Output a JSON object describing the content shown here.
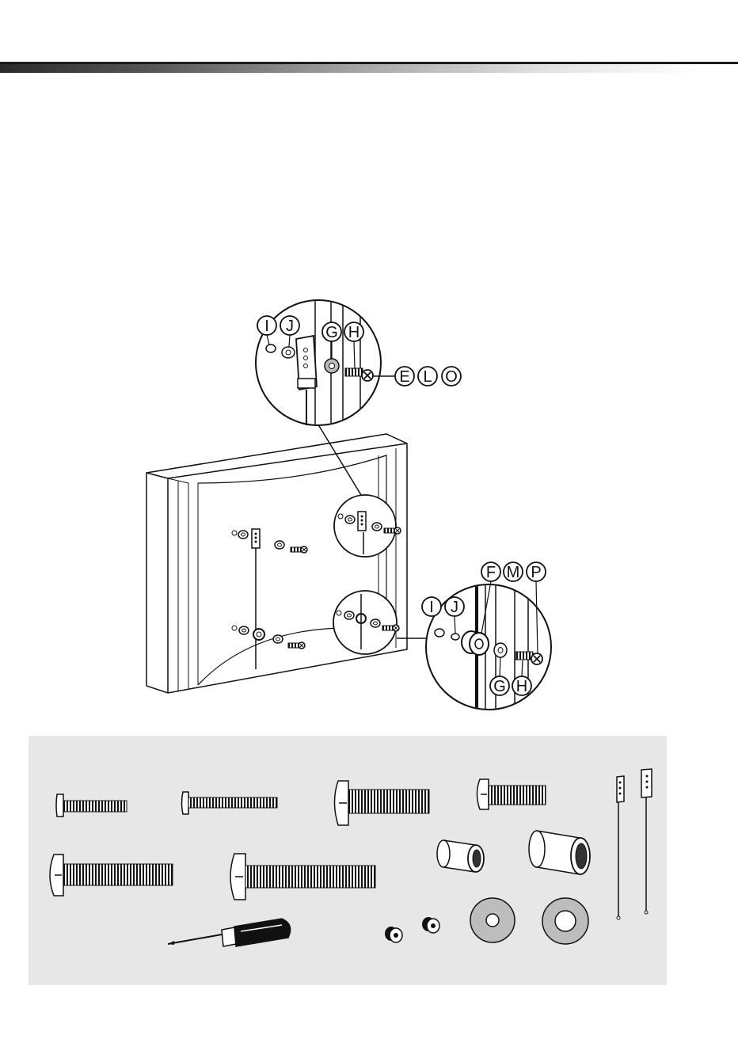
{
  "callouts": {
    "top": {
      "letters": [
        "I",
        "J",
        "G",
        "H",
        "E",
        "L",
        "O"
      ]
    },
    "bottom": {
      "letters": [
        "F",
        "M",
        "P",
        "I",
        "J",
        "G",
        "H"
      ]
    }
  },
  "colors": {
    "line": "#111111",
    "panel": "#e7e7e7",
    "washer": "#bdbdbd"
  },
  "icons": [
    "screw-icon",
    "screwdriver-icon",
    "spacer-icon",
    "washer-icon",
    "nut-icon",
    "mounting-bracket-icon"
  ]
}
